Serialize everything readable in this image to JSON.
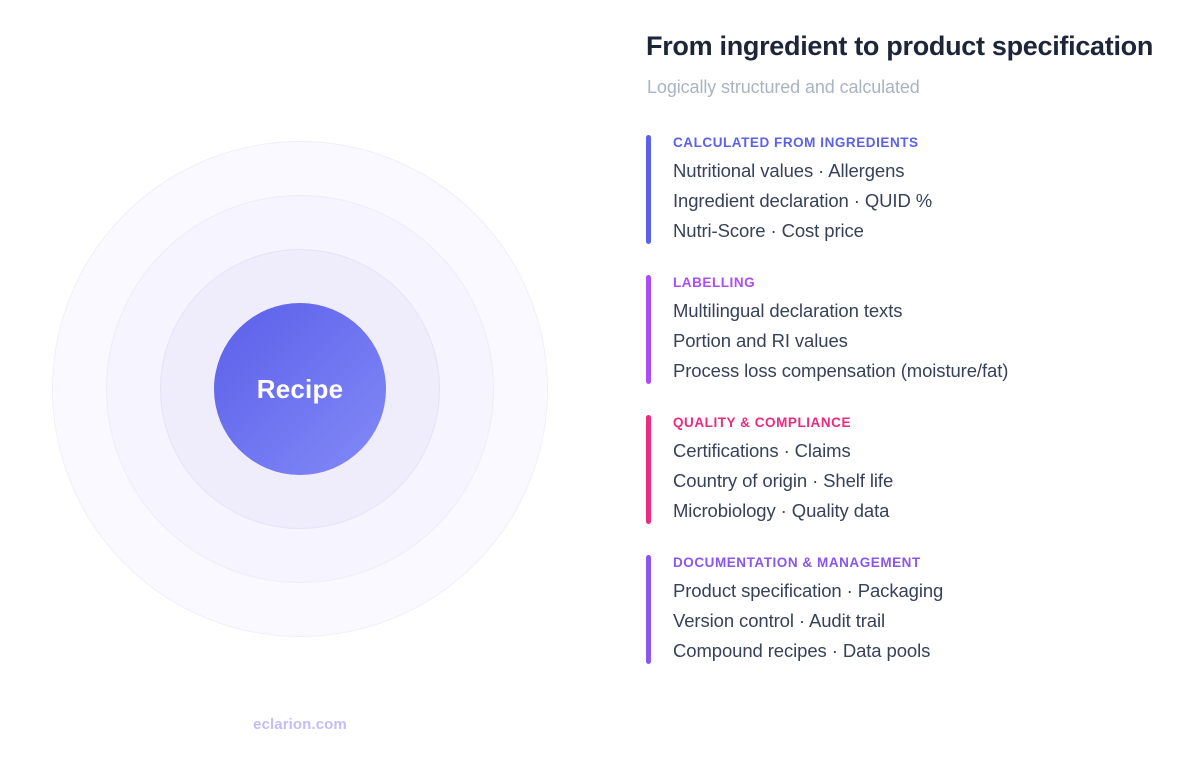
{
  "diagram": {
    "core_label": "Recipe",
    "watermark": "eclarion.com",
    "core_gradient_from": "#5b5fe9",
    "core_gradient_to": "#838af6",
    "ring_colors": [
      "#faf9ff",
      "#f6f4fe",
      "#efecfb"
    ]
  },
  "panel": {
    "title": "From ingredient to product specification",
    "subtitle": "Logically structured and calculated",
    "blocks": [
      {
        "heading": "CALCULATED FROM INGREDIENTS",
        "accent": "#5b61ea",
        "lines": [
          "Nutritional values · Allergens",
          "Ingredient declaration · QUID %",
          "Nutri-Score · Cost price"
        ]
      },
      {
        "heading": "LABELLING",
        "accent": "#ab4cf7",
        "lines": [
          "Multilingual declaration texts",
          "Portion and RI values",
          "Process loss compensation (moisture/fat)"
        ]
      },
      {
        "heading": "QUALITY & COMPLIANCE",
        "accent": "#ec2a7f",
        "lines": [
          "Certifications · Claims",
          "Country of origin · Shelf life",
          "Microbiology · Quality data"
        ]
      },
      {
        "heading": "DOCUMENTATION & MANAGEMENT",
        "accent": "#8a56ee",
        "lines": [
          "Product specification · Packaging",
          "Version control · Audit trail",
          "Compound recipes · Data pools"
        ]
      }
    ]
  }
}
